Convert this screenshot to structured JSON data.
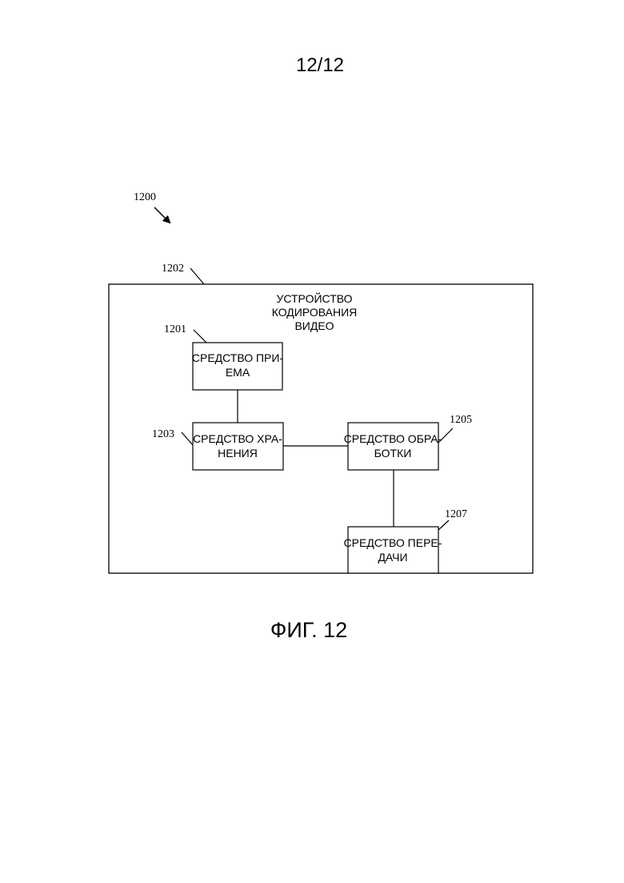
{
  "page_number": "12/12",
  "figure_caption": "ФИГ. 12",
  "diagram": {
    "system_ref": "1200",
    "device": {
      "ref": "1202",
      "title_lines": [
        "УСТРОЙСТВО",
        "КОДИРОВАНИЯ",
        "ВИДЕО"
      ]
    },
    "blocks": [
      {
        "id": "receiver",
        "ref": "1201",
        "lines": [
          "СРЕДСТВО ПРИ-",
          "ЕМА"
        ]
      },
      {
        "id": "storage",
        "ref": "1203",
        "lines": [
          "СРЕДСТВО ХРА-",
          "НЕНИЯ"
        ]
      },
      {
        "id": "processor",
        "ref": "1205",
        "lines": [
          "СРЕДСТВО ОБРА-",
          "БОТКИ"
        ]
      },
      {
        "id": "transmitter",
        "ref": "1207",
        "lines": [
          "СРЕДСТВО ПЕРЕ-",
          "ДАЧИ"
        ]
      }
    ],
    "connections": [
      [
        "receiver",
        "storage"
      ],
      [
        "storage",
        "processor"
      ],
      [
        "processor",
        "transmitter"
      ]
    ]
  }
}
